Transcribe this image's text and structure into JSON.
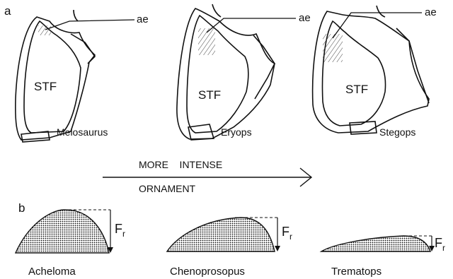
{
  "panel_a": {
    "label": "a",
    "skulls": [
      {
        "name": "Melosaurus",
        "fossa_label": "STF",
        "pointer_label": "ae"
      },
      {
        "name": "Eryops",
        "fossa_label": "STF",
        "pointer_label": "ae"
      },
      {
        "name": "Stegops",
        "fossa_label": "STF",
        "pointer_label": "ae"
      }
    ],
    "arrow_upper": "MORE    INTENSE",
    "arrow_lower": "ORNAMENT"
  },
  "panel_b": {
    "label": "b",
    "profiles": [
      {
        "name": "Acheloma",
        "force_label": "F",
        "force_subscript": "r"
      },
      {
        "name": "Chenoprosopus",
        "force_label": "F",
        "force_subscript": "r"
      },
      {
        "name": "Trematops",
        "force_label": "F",
        "force_subscript": "r"
      }
    ]
  }
}
